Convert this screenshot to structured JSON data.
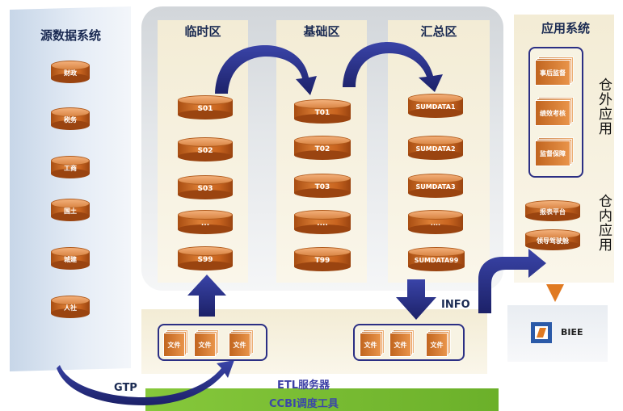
{
  "source_panel": {
    "title": "源数据系统",
    "items": [
      "财政",
      "税务",
      "工商",
      "国土",
      "城建",
      "人社"
    ]
  },
  "zones": {
    "temp": {
      "title": "临时区",
      "items": [
        "S01",
        "S02",
        "S03",
        "...",
        "S99"
      ]
    },
    "base": {
      "title": "基础区",
      "items": [
        "T01",
        "T02",
        "T03",
        "....",
        "T99"
      ]
    },
    "summary": {
      "title": "汇总区",
      "items": [
        "SUMDATA1",
        "SUMDATA2",
        "SUMDATA3",
        "....",
        "SUMDATA99"
      ]
    }
  },
  "app_panel": {
    "title": "应用系统",
    "outside_label": "仓外应用",
    "outside_items": [
      "事后监督",
      "绩效考核",
      "监督保障"
    ],
    "inside_label": "仓内应用",
    "inside_items": [
      "报表平台",
      "领导驾驶舱"
    ]
  },
  "files": {
    "left_group": [
      "文件",
      "文件",
      "文件"
    ],
    "right_group": [
      "文件",
      "文件",
      "文件"
    ]
  },
  "labels": {
    "gtp": "GTP",
    "info": "INFO",
    "etl": "ETL服务器",
    "ccbi": "CCBI调度工具",
    "biee": "BIEE"
  },
  "colors": {
    "accent_blue": "#2b2f84",
    "cylinder_orange": "#d2742b",
    "green_bar": "#7abf34"
  }
}
